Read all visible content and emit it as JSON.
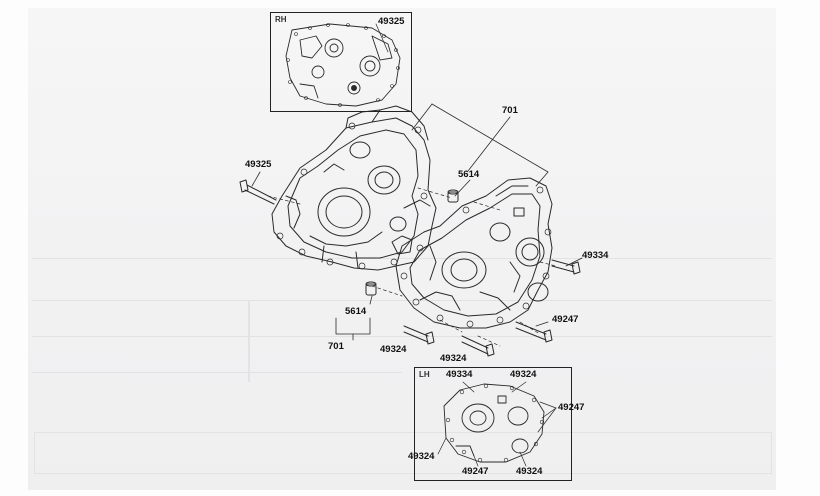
{
  "insets": {
    "rh": {
      "tag": "RH",
      "label": "49325"
    },
    "lh": {
      "tag": "LH",
      "labels": [
        "49334",
        "49324",
        "49247",
        "49324",
        "49247",
        "49324"
      ]
    }
  },
  "callouts": {
    "assembly_top": "701",
    "dowel_top": "5614",
    "bolt_left": "49325",
    "bolt_right": "49334",
    "dowel_bottom": "5614",
    "assembly_bottom": "701",
    "bolt_lower_left": "49324",
    "bolt_lower_center": "49324",
    "bolt_lower_right": "49247"
  }
}
